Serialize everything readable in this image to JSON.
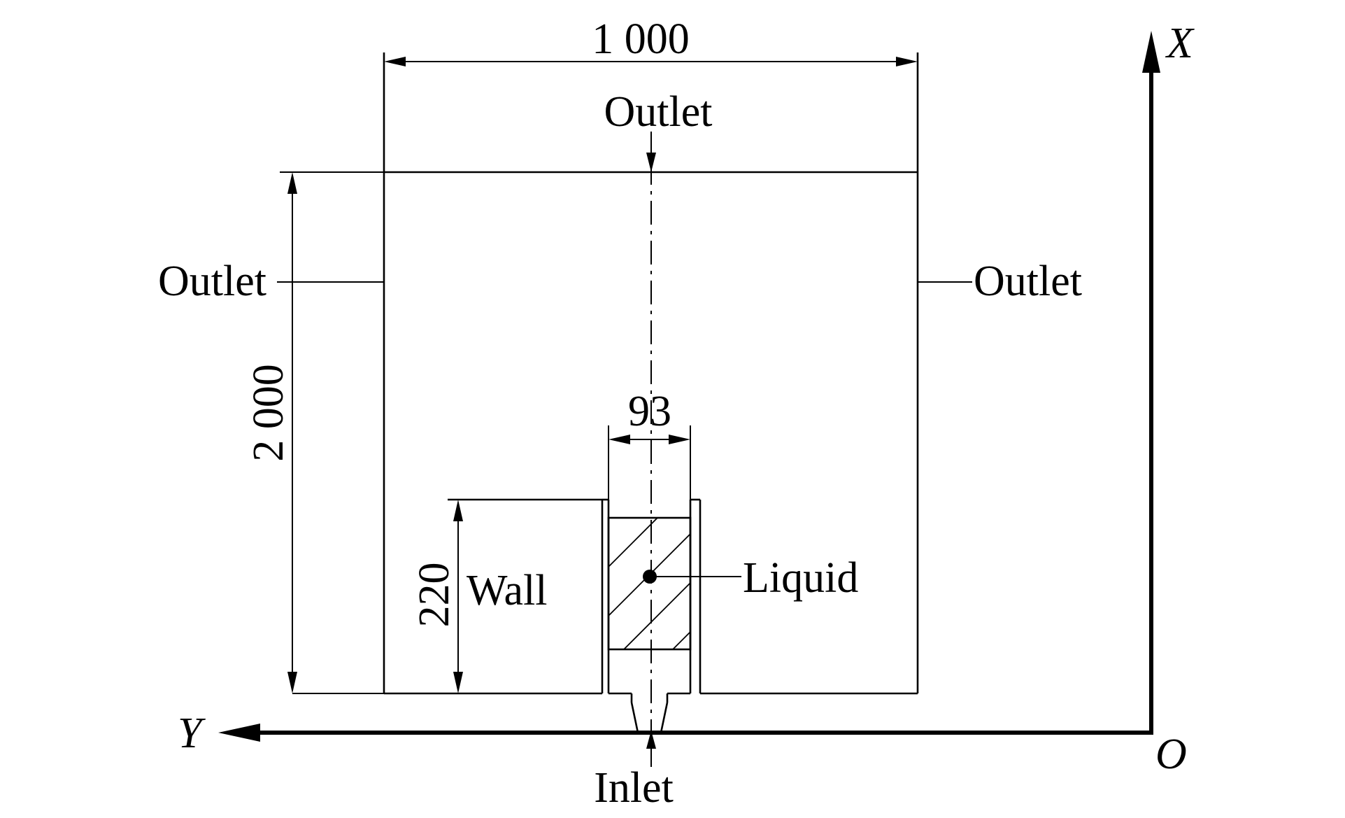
{
  "labels": {
    "outlet_top": "Outlet",
    "outlet_left": "Outlet",
    "outlet_right": "Outlet",
    "inlet": "Inlet",
    "wall": "Wall",
    "liquid": "Liquid"
  },
  "dimensions": {
    "width": "1 000",
    "height": "2 000",
    "nozzle_width": "93",
    "wall_height": "220"
  },
  "axes": {
    "x": "X",
    "y": "Y",
    "origin": "O"
  }
}
